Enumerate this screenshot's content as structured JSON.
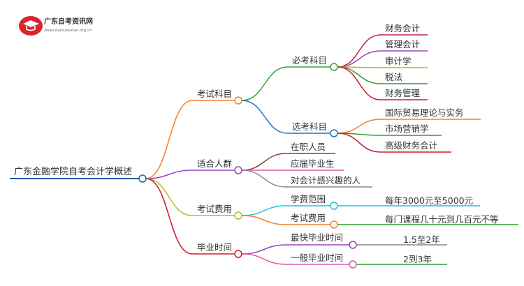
{
  "logo": {
    "title": "广东自考资讯网",
    "subtitle": "zikao.danluoexiao.org.cn"
  },
  "root": "广东金融学院自考会计学概述",
  "branches": [
    {
      "label": "考试科目",
      "color": "#f0822e",
      "children": [
        {
          "label": "必考科目",
          "color": "#37a636",
          "children": [
            {
              "label": "财务会计",
              "color": "#c81e4c"
            },
            {
              "label": "管理会计",
              "color": "#9b43c4"
            },
            {
              "label": "审计学",
              "color": "#e89a12"
            },
            {
              "label": "税法",
              "color": "#2f9d2f"
            },
            {
              "label": "财务管理",
              "color": "#c81e2e"
            }
          ]
        },
        {
          "label": "选考科目",
          "color": "#1f74c9",
          "children": [
            {
              "label": "国际贸易理论与实务",
              "color": "#f0822e"
            },
            {
              "label": "市场营销学",
              "color": "#2f9d2f"
            },
            {
              "label": "高级财务会计",
              "color": "#c81e2e"
            }
          ]
        }
      ]
    },
    {
      "label": "适合人群",
      "color": "#9b43c4",
      "children": [
        {
          "label": "在职人员",
          "color": "#8b3a2b"
        },
        {
          "label": "应届毕业生",
          "color": "#e05aa8"
        },
        {
          "label": "对会计感兴趣的人",
          "color": "#888888"
        }
      ]
    },
    {
      "label": "考试费用",
      "color": "#b9b923",
      "children": [
        {
          "label": "学费范围",
          "color": "#19c3cf",
          "children": [
            {
              "label": "每年3000元至5000元",
              "color": "#19c3cf"
            }
          ]
        },
        {
          "label": "考试费用",
          "color": "#f0822e",
          "children": [
            {
              "label": "每门课程几十元到几百元不等",
              "color": "#2f9d2f"
            }
          ]
        }
      ]
    },
    {
      "label": "毕业时间",
      "color": "#c81e2e",
      "children": [
        {
          "label": "最快毕业时间",
          "color": "#9b43c4",
          "children": [
            {
              "label": "1.5至2年",
              "color": "#888888"
            }
          ]
        },
        {
          "label": "一般毕业时间",
          "color": "#e05aa8",
          "children": [
            {
              "label": "2到3年",
              "color": "#2f9d2f"
            }
          ]
        }
      ]
    }
  ],
  "colors": {
    "root_underline": "#1f5fa8",
    "node_fill": "#ffffff"
  }
}
